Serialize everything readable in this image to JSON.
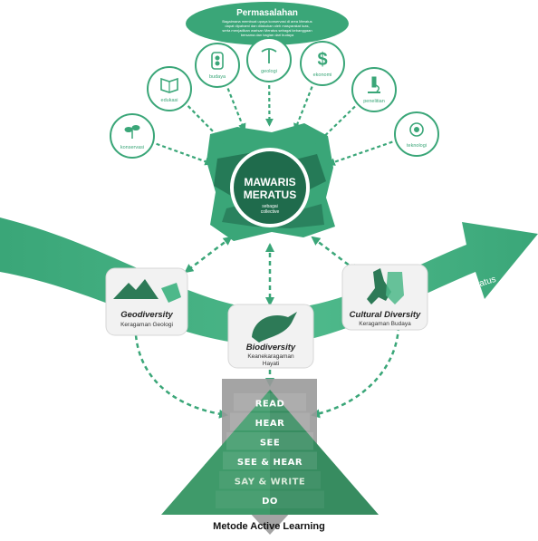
{
  "problem": {
    "title": "Permasalahan",
    "lines": [
      "Bagaimana membuat upaya konservasi di area Meratus",
      "dapat dipahami dan dilakukan oleh masyarakat luas,",
      "serta menjadikan warisan Meratus sebagai kebanggaan",
      "bersama dan bagian dari budaya"
    ]
  },
  "categories": [
    {
      "label": "konservasi",
      "icon": "leaf-sprout-icon"
    },
    {
      "label": "edukasi",
      "icon": "open-book-icon"
    },
    {
      "label": "budaya",
      "icon": "batik-pattern-icon"
    },
    {
      "label": "geologi",
      "icon": "pickaxe-icon"
    },
    {
      "label": "ekonomi",
      "icon": "dollar-icon"
    },
    {
      "label": "penelitian",
      "icon": "microscope-icon"
    },
    {
      "label": "teknologi",
      "icon": "tech-gear-icon"
    }
  ],
  "center": {
    "line1": "MAWARIS",
    "line2": "MERATUS",
    "line3": "sebagai",
    "line4": "collective"
  },
  "arrow_label": "edukasi meratus",
  "diversity": {
    "geo": {
      "title": "Geodiversity",
      "subtitle": "Keragaman Geologi"
    },
    "bio": {
      "title": "Biodiversity",
      "subtitle1": "Keanekaragaman",
      "subtitle2": "Hayati"
    },
    "cultural": {
      "title": "Cultural Diversity",
      "subtitle": "Keragaman Budaya"
    }
  },
  "pyramid": {
    "levels": [
      "READ",
      "HEAR",
      "SEE",
      "SEE & HEAR",
      "SAY & WRITE",
      "DO"
    ],
    "caption": "Metode Active Learning"
  },
  "colors": {
    "primary_green": "#3aa678",
    "dark_green": "#1f6b4c",
    "pyramid_grey": "#9a9a9a"
  }
}
